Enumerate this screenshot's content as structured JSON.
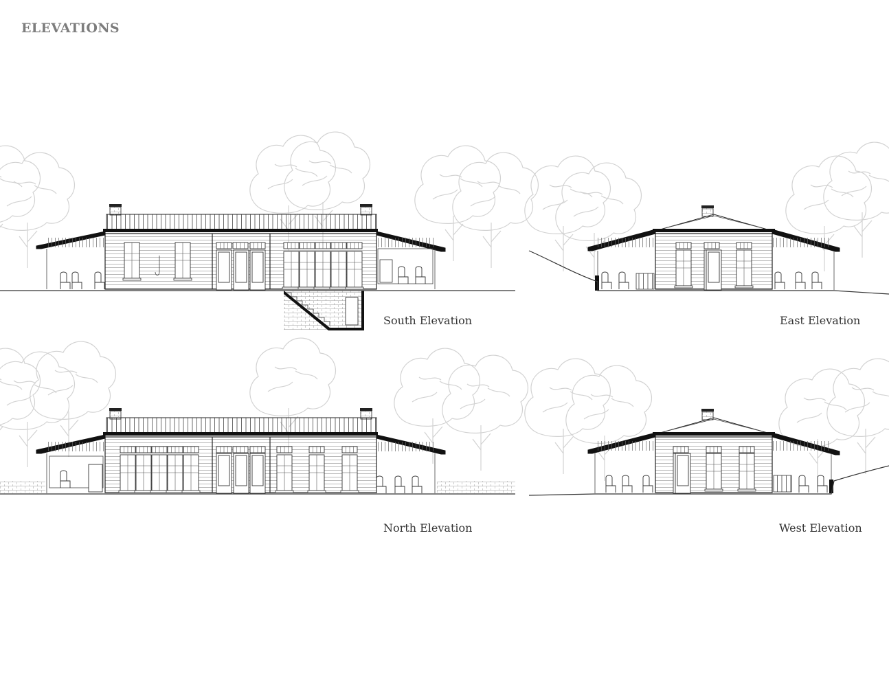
{
  "page": {
    "title": "ELEVATIONS"
  },
  "elevations": [
    {
      "label": "South Elevation"
    },
    {
      "label": "East Elevation"
    },
    {
      "label": "North Elevation"
    },
    {
      "label": "West Elevation"
    }
  ],
  "colors": {
    "title": "#7d7d7d",
    "label": "#333333",
    "line": "#222222",
    "trees": "#d2d2d2"
  }
}
